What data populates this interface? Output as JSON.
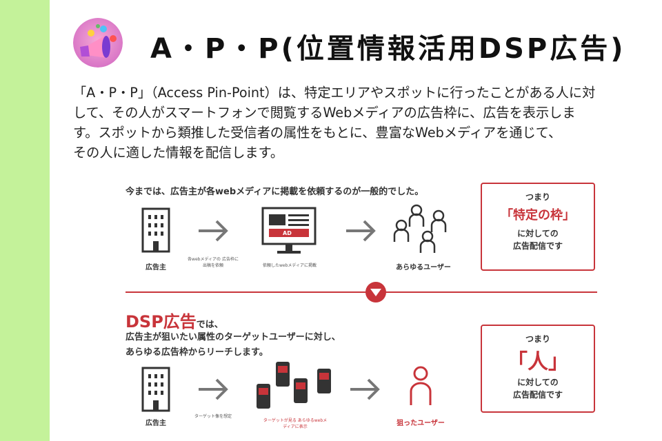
{
  "title": "A・P・P(位置情報活用DSP広告)",
  "intro_lines": [
    "「A・P・P」（Access Pin-Point）は、特定エリアやスポットに行ったことがある人に対",
    "して、その人がスマートフォンで閲覧するWebメディアの広告枠に、広告を表示しま",
    "す。スポットから類推した受信者の属性をもとに、豊富なWebメディアを通じて、",
    "その人に適した情報を配信します。"
  ],
  "diagram": {
    "top": {
      "caption": "今までは、広告主が各webメディアに掲載を依頼するのが一般的でした。",
      "advertiser_label": "広告主",
      "arrow1_note": "各webメディアの 広告枠に出稿を依頼",
      "ad_badge": "AD",
      "media_label": "依頼したwebメディアに掲載",
      "users_label": "あらゆるユーザー",
      "box": {
        "head": "つまり",
        "big": "「特定の枠」",
        "line1": "に対しての",
        "line2": "広告配信です"
      }
    },
    "bottom": {
      "title": "DSP広告",
      "title_suffix": "では、",
      "desc_line1": "広告主が狙いたい属性のターゲットユーザーに対し、",
      "desc_line2": "あらゆる広告枠からリーチします。",
      "advertiser_label": "広告主",
      "arrow1_note": "ターゲット像を想定",
      "ad_badge": "AD",
      "media_note": "ターゲットが見る あらゆるwebメディアに表示",
      "target_label": "狙ったユーザー",
      "box": {
        "head": "つまり",
        "big": "「人」",
        "line1": "に対しての",
        "line2": "広告配信です"
      }
    }
  },
  "colors": {
    "accent": "#c8343a",
    "side_band": "#c4f29a",
    "icon_gray": "#333333"
  }
}
